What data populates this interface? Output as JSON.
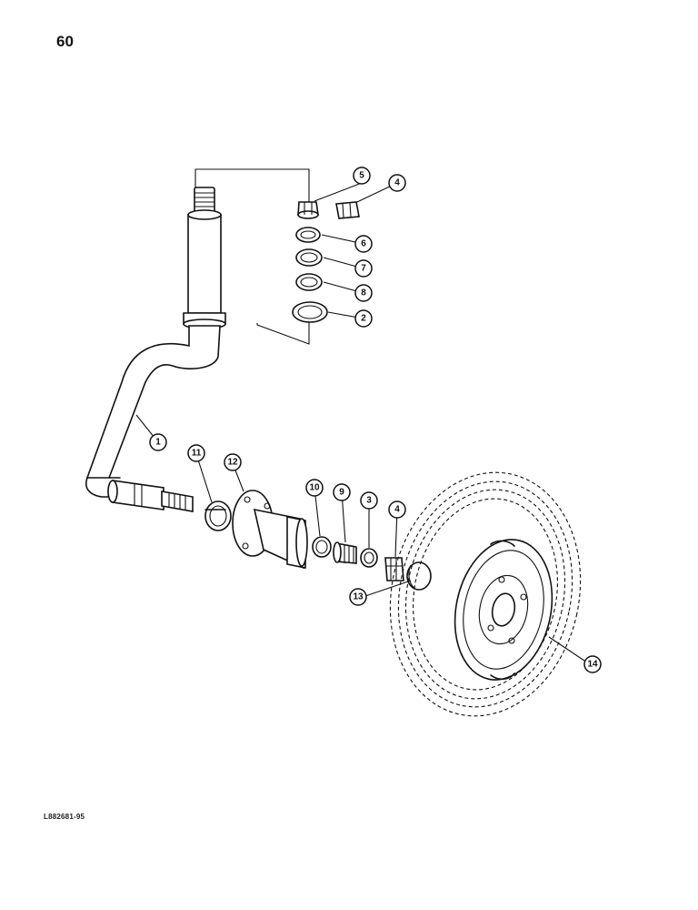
{
  "page": {
    "number": "60",
    "figure_code": "L882681-95"
  },
  "callouts": {
    "c1": "1",
    "c2": "2",
    "c3": "3",
    "c4a": "4",
    "c4b": "4",
    "c5": "5",
    "c6": "6",
    "c7": "7",
    "c8": "8",
    "c9": "9",
    "c10": "10",
    "c11": "11",
    "c12": "12",
    "c13": "13",
    "c14": "14"
  },
  "icons": [
    "spindle-icon",
    "hub-icon",
    "wheel-tire-icon",
    "nut-icon",
    "washer-icon",
    "bearing-icon",
    "cap-icon"
  ]
}
